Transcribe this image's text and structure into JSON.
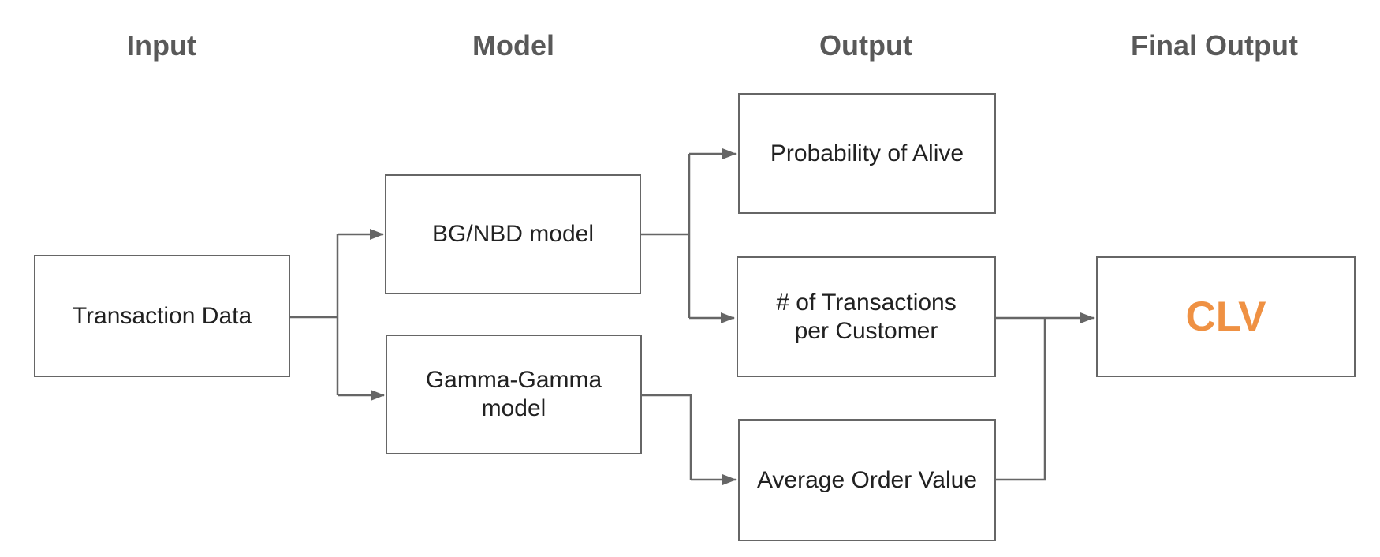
{
  "columns": [
    {
      "label": "Input"
    },
    {
      "label": "Model"
    },
    {
      "label": "Output"
    },
    {
      "label": "Final Output"
    }
  ],
  "nodes": {
    "transaction_data": {
      "lines": [
        "Transaction Data"
      ]
    },
    "bg_nbd_model": {
      "lines": [
        "BG/NBD model"
      ]
    },
    "gamma_gamma_model": {
      "lines": [
        "Gamma-Gamma",
        "model"
      ]
    },
    "probability_of_alive": {
      "lines": [
        "Probability of Alive"
      ]
    },
    "transactions_per_customer": {
      "lines": [
        "# of Transactions",
        "per Customer"
      ]
    },
    "average_order_value": {
      "lines": [
        "Average Order Value"
      ]
    },
    "clv": {
      "lines": [
        "CLV"
      ]
    }
  },
  "edges": [
    {
      "from": "transaction_data",
      "to": "bg_nbd_model"
    },
    {
      "from": "transaction_data",
      "to": "gamma_gamma_model"
    },
    {
      "from": "bg_nbd_model",
      "to": "probability_of_alive"
    },
    {
      "from": "bg_nbd_model",
      "to": "transactions_per_customer"
    },
    {
      "from": "gamma_gamma_model",
      "to": "average_order_value"
    },
    {
      "from": "transactions_per_customer",
      "to": "clv"
    },
    {
      "from": "average_order_value",
      "to": "clv"
    }
  ],
  "colors": {
    "line": "#666666",
    "header_text": "#595959",
    "node_text": "#212121",
    "clv_text": "#ef9143"
  }
}
